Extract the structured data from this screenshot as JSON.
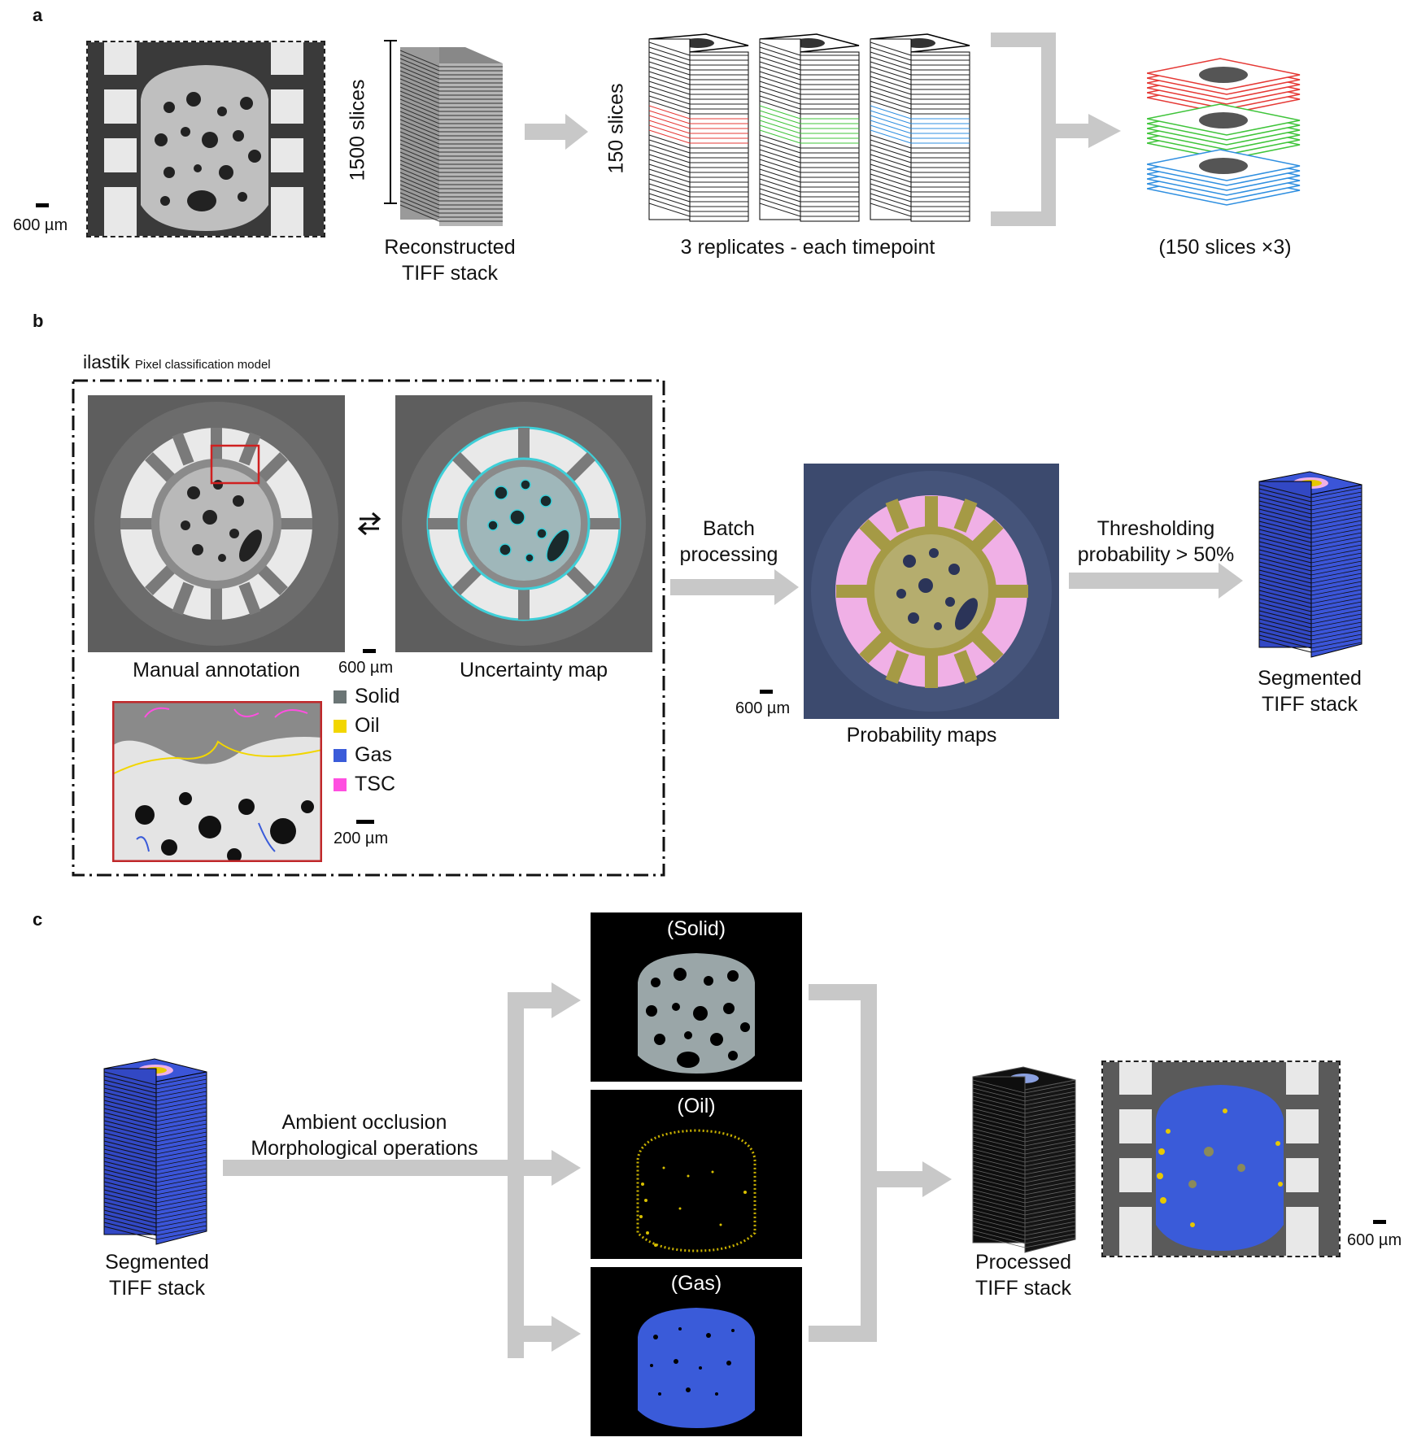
{
  "panels": {
    "a": "a",
    "b": "b",
    "c": "c"
  },
  "panel_a": {
    "scale_label": "600 µm",
    "stack_height_label": "1500 slices",
    "stack_caption_line1": "Reconstructed",
    "stack_caption_line2": "TIFF stack",
    "replicates_height_label": "150 slices",
    "replicates_caption": "3 replicates - each timepoint",
    "combined_caption": "(150 slices ×3)",
    "replicate_colors": [
      "#e53935",
      "#3fc43a",
      "#2f8fe0"
    ]
  },
  "panel_b": {
    "tool_name": "ilastik",
    "tool_subtitle": "Pixel classification model",
    "manual_annotation": "Manual annotation",
    "uncertainty_map": "Uncertainty map",
    "scale_label": "600 µm",
    "inset_scale_label": "200 µm",
    "legend": [
      {
        "label": "Solid",
        "color": "#6b7575"
      },
      {
        "label": "Oil",
        "color": "#f2d600"
      },
      {
        "label": "Gas",
        "color": "#3a5bd9"
      },
      {
        "label": "TSC",
        "color": "#ff4fe0"
      }
    ],
    "batch_line1": "Batch",
    "batch_line2": "processing",
    "prob_scale_label": "600 µm",
    "probability_maps": "Probability maps",
    "threshold_line1": "Thresholding",
    "threshold_line2": "probability > 50%",
    "segmented_line1": "Segmented",
    "segmented_line2": "TIFF stack"
  },
  "panel_c": {
    "segmented_line1": "Segmented",
    "segmented_line2": "TIFF stack",
    "ops_line1": "Ambient occlusion",
    "ops_line2": "Morphological operations",
    "phase_solid": "(Solid)",
    "phase_oil": "(Oil)",
    "phase_gas": "(Gas)",
    "processed_line1": "Processed",
    "processed_line2": "TIFF stack",
    "scale_label": "600 µm"
  },
  "colors": {
    "arrow": "#c8c8c8",
    "stack_blue": "#3b55d8",
    "prob_bg": "#3c4a6e",
    "tsc_pink": "#f0b0e6",
    "oil_olive": "#a59a45"
  }
}
